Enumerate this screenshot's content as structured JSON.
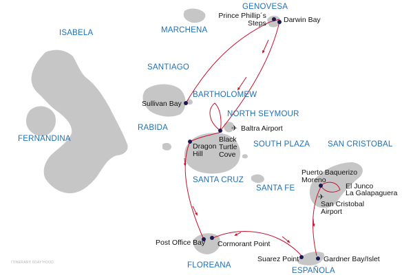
{
  "colors": {
    "land": "#c6c6c7",
    "route": "#c8102e",
    "stop": "#1a1a55",
    "island_label": "#1f6fb5",
    "site_label": "#111111"
  },
  "islands": {
    "isabela": "ISABELA",
    "fernandina": "FERNANDINA",
    "marchena": "MARCHENA",
    "genovesa": "GENOVESA",
    "santiago": "SANTIAGO",
    "bartholomew": "BARTHOLOMEW",
    "rabida": "RABIDA",
    "north_seymour": "NORTH SEYMOUR",
    "south_plaza": "SOUTH PLAZA",
    "san_cristobal": "SAN CRISTOBAL",
    "santa_cruz": "SANTA CRUZ",
    "santa_fe": "SANTA FE",
    "floreana": "FLOREANA",
    "espanola": "ESPAÑOLA"
  },
  "sites": {
    "prince_phillips_steps": [
      "Prince Phillip´s",
      "Steps"
    ],
    "darwin_bay": "Darwin Bay",
    "sullivan_bay": "Sullivan Bay",
    "baltra_airport": "Baltra Airport",
    "black_turtle_cove": [
      "Black",
      "Turtle",
      "Cove"
    ],
    "dragon_hill": [
      "Dragon",
      "Hill"
    ],
    "puerto_baquerizo_moreno": [
      "Puerto Baquerizo",
      "Moreno"
    ],
    "el_junco": "El Junco",
    "la_galapaguera": "La Galapaguera",
    "san_cristobal_airport": [
      "San Cristobal",
      "Airport"
    ],
    "post_office_bay": "Post Office Bay",
    "cormorant_point": "Cormorant Point",
    "suarez_point": "Suarez Point",
    "gardner_bay": "Gardner Bay/Islet"
  },
  "credit": "ITINERARY 6DAY'HOOD"
}
